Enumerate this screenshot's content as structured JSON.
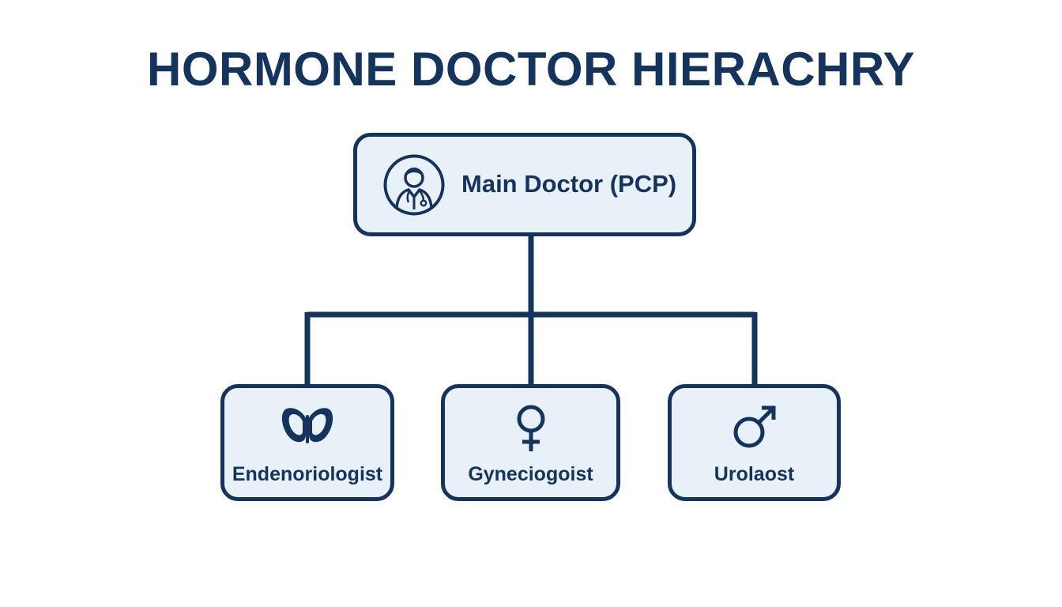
{
  "title": "HORMONE DOCTOR HIERACHRY",
  "root": {
    "label": "Main Doctor (PCP)",
    "icon": "doctor-icon"
  },
  "children": [
    {
      "label": "Endenoriologist",
      "icon": "butterfly-thyroid-icon"
    },
    {
      "label": "Gyneciogoist",
      "icon": "female-symbol-icon"
    },
    {
      "label": "Urolaost",
      "icon": "male-symbol-icon"
    }
  ],
  "colors": {
    "primary": "#14345e",
    "node_fill": "#e8f0f8",
    "background": "#ffffff"
  }
}
